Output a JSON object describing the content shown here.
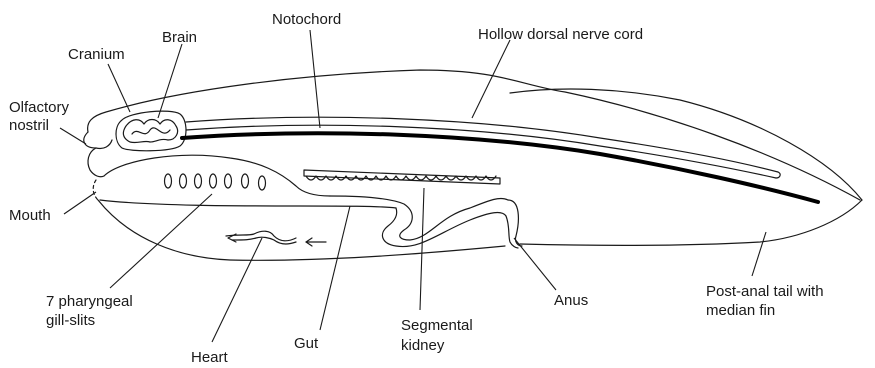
{
  "labels": {
    "notochord": "Notochord",
    "hollow_dorsal_nerve_cord": "Hollow dorsal nerve cord",
    "brain": "Brain",
    "cranium": "Cranium",
    "olfactory_1": "Olfactory",
    "olfactory_2": "nostril",
    "mouth": "Mouth",
    "gill_slits_1": "7 pharyngeal",
    "gill_slits_2": "gill-slits",
    "heart": "Heart",
    "gut": "Gut",
    "kidney_1": "Segmental",
    "kidney_2": "kidney",
    "anus": "Anus",
    "tail_1": "Post-anal tail with",
    "tail_2": "median fin"
  },
  "gill_slit_count": 7
}
